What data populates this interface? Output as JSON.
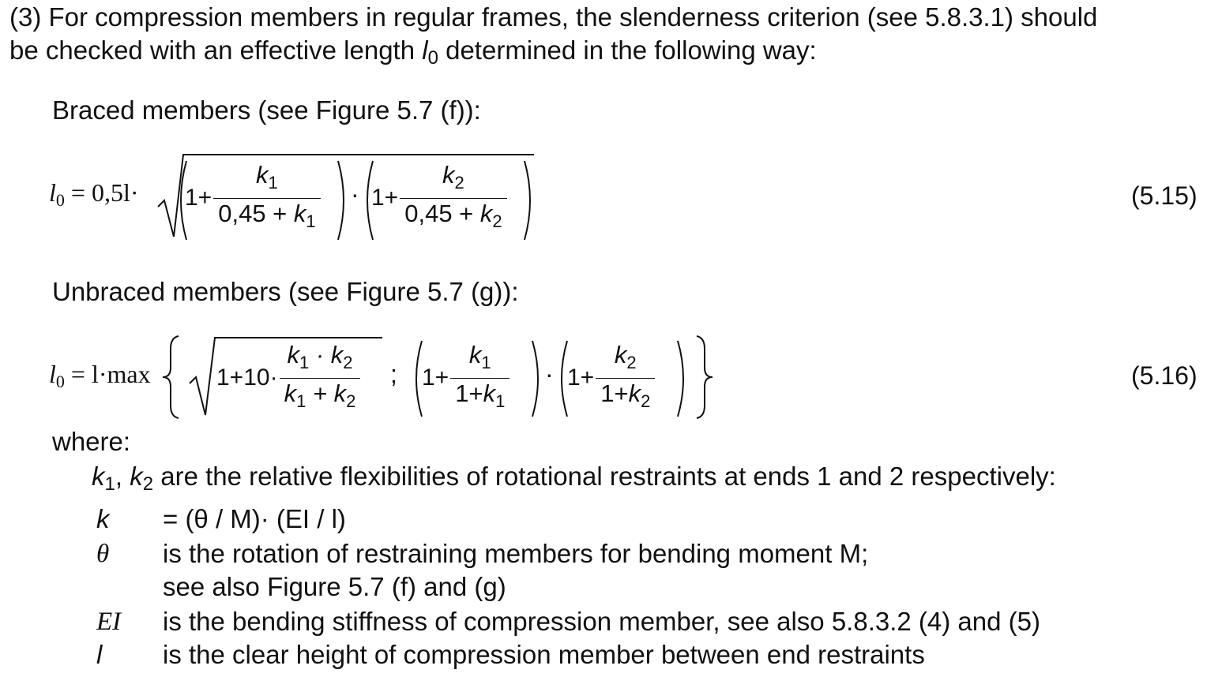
{
  "intro": {
    "line1": "(3)  For compression members in regular frames, the slenderness criterion (see 5.8.3.1) should",
    "line2_pre": "be checked with an effective length ",
    "line2_sym": "l",
    "line2_sub": "0",
    "line2_post": " determined in the following way:"
  },
  "braced": {
    "heading": "Braced members  (see Figure 5.7 (f)):",
    "eq_number": "(5.15)",
    "lhs": "l",
    "lhs_sub": "0",
    "rhs_prefix": " = 0,5l·",
    "one_plus": "1+",
    "k": "k",
    "sub1": "1",
    "sub2": "2",
    "den_prefix": "0,45 + ",
    "dot": "·"
  },
  "unbraced": {
    "heading": "Unbraced members (see Figure 5.7 (g)):",
    "eq_number": "(5.16)",
    "lhs": "l",
    "lhs_sub": "0",
    "rhs_prefix": " = l·max",
    "sqrt_lead": "1+10·",
    "k": "k",
    "sub1": "1",
    "sub2": "2",
    "num_mid": " · ",
    "den_mid": " + ",
    "semicolon": ";",
    "one_plus": "1+",
    "den_prefix": "1+",
    "dot": "·"
  },
  "where": {
    "label": "where:",
    "k12_sym1": "k",
    "k12_sub1": "1",
    "k12_sep": ", ",
    "k12_sym2": "k",
    "k12_sub2": "2",
    "k12_text": " are the relative flexibilities of rotational restraints at ends 1 and 2 respectively:",
    "defs": [
      {
        "sym": "k",
        "text": "= (θ / M)· (EI / l)"
      },
      {
        "sym": "θ",
        "text": "is the rotation of restraining members for bending moment M;"
      },
      {
        "sym": "",
        "text": "see also Figure 5.7 (f) and (g)"
      },
      {
        "sym": "EI",
        "text": "is the bending stiffness of compression member, see also 5.8.3.2 (4) and (5)"
      },
      {
        "sym": "l",
        "text": "is the clear height of compression member between end restraints"
      }
    ]
  }
}
